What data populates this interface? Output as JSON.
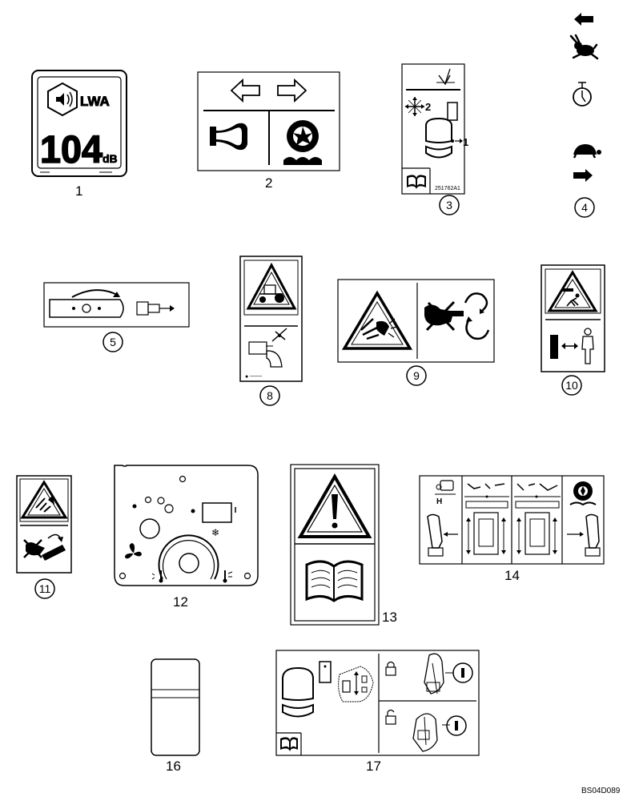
{
  "labels": {
    "decal_1": "1",
    "decal_2": "2",
    "decal_3": "3",
    "decal_4": "4",
    "decal_5": "5",
    "decal_8": "8",
    "decal_9": "9",
    "decal_10": "10",
    "decal_11": "11",
    "decal_12": "12",
    "decal_13": "13",
    "decal_14": "14",
    "decal_16": "16",
    "decal_17": "17"
  },
  "decal1_text": {
    "lwa": "LWA",
    "value": "104",
    "unit": "dB"
  },
  "decal3_text": {
    "code": "251762A1",
    "arrow_num_2": "2",
    "arrow_num_1": "1"
  },
  "decal14_text": {
    "h_label": "H"
  },
  "reference_code": "BS04D089"
}
